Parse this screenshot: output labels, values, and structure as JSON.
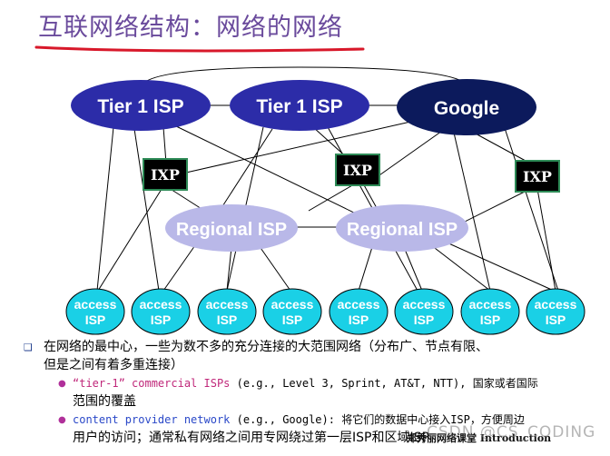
{
  "title": "互联网络结构：网络的网络",
  "colors": {
    "title": "#6a4a9c",
    "tier1_fill": "#2c2ca8",
    "google_fill": "#0c1a5c",
    "regional_fill": "#b9b8e8",
    "regional_text": "#ffffff",
    "access_fill": "#1ad0e6",
    "access_text": "#ffffff",
    "ixp_fill": "#000000",
    "ixp_border": "#2e8b57",
    "underline": "#d8182a",
    "line": "#000000"
  },
  "diagram": {
    "tier1_left": "Tier 1 ISP",
    "tier1_right": "Tier 1 ISP",
    "google": "Google",
    "ixp_left": "IXP",
    "ixp_middle": "IXP",
    "ixp_right": "IXP",
    "regional_left": "Regional ISP",
    "regional_right": "Regional ISP",
    "access_line1": "access",
    "access_line2": "ISP"
  },
  "bullets": {
    "main_marker": "❑",
    "main_line1": "在网络的最中心，一些为数不多的充分连接的大范围网络（分布广、节点有限、",
    "main_line2": "但是之间有着多重连接）",
    "sub_marker": "●",
    "sub1_term": "“tier-1” commercial ISPs",
    "sub1_rest": " (e.g., Level 3, Sprint, AT&T, NTT), 国家或者国际",
    "sub1_line2": "范围的覆盖",
    "sub2_term": "content provider network",
    "sub2_rest": " (e.g., Google): 将它们的数据中心接入ISP，方便周边",
    "sub2_line2": "用户的访问；通常私有网络之间用专网绕过第一层ISP和区域ISP"
  },
  "footer": "郑秀丽网络课堂 Introduction",
  "watermark": "CSDN @CS_CODING"
}
